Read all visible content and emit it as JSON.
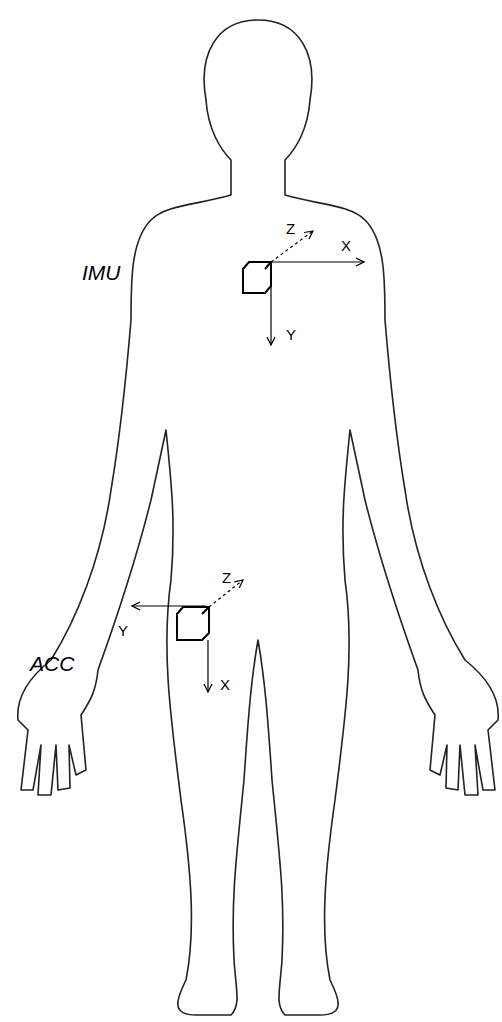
{
  "diagram": {
    "labels": [
      "Z",
      "X",
      "IMU",
      "Y",
      "Z",
      "ACC",
      "Y",
      "X"
    ]
  }
}
